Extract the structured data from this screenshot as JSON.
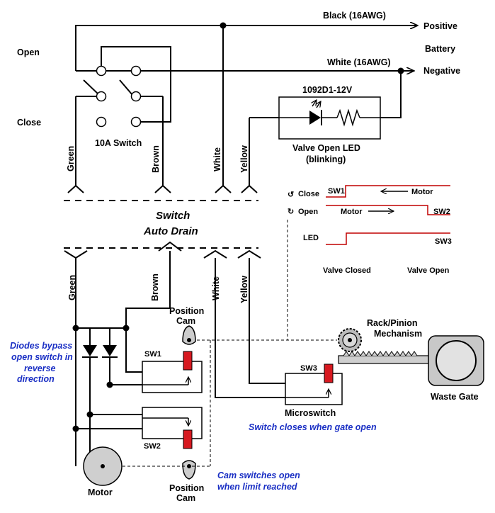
{
  "top": {
    "open_label": "Open",
    "close_label": "Close",
    "switch_label": "10A  Switch",
    "black_wire": "Black (16AWG)",
    "white_wire": "White (16AWG)",
    "positive": "Positive",
    "battery": "Battery",
    "negative": "Negative",
    "led_part": "1092D1-12V",
    "led_label_1": "Valve Open LED",
    "led_label_2": "(blinking)",
    "wires": [
      "Green",
      "Brown",
      "White",
      "Yellow"
    ]
  },
  "connector": {
    "switch_label": "Switch",
    "auto_drain_label": "Auto Drain"
  },
  "bottom": {
    "wires": [
      "Green",
      "Brown",
      "White",
      "Yellow"
    ],
    "cam_top_1": "Position",
    "cam_top_2": "Cam",
    "cam_bottom_1": "Position",
    "cam_bottom_2": "Cam",
    "sw1": "SW1",
    "sw2": "SW2",
    "sw3": "SW3",
    "motor": "Motor",
    "microswitch": "Microswitch",
    "rack_1": "Rack/Pinion",
    "rack_2": "Mechanism",
    "waste_gate": "Waste Gate"
  },
  "notes": {
    "diodes_1": "Diodes bypass",
    "diodes_2": "open switch in",
    "diodes_3": "reverse",
    "diodes_4": "direction",
    "sw_closes": "Switch closes when gate open",
    "cam_1": "Cam switches open",
    "cam_2": "when limit reached"
  },
  "timing": {
    "close": "Close",
    "open": "Open",
    "led": "LED",
    "sw1": "SW1",
    "sw2": "SW2",
    "sw3": "SW3",
    "motor_close": "Motor",
    "motor_open": "Motor",
    "valve_closed": "Valve Closed",
    "valve_open": "Valve Open",
    "trace_color": "#c00000"
  }
}
